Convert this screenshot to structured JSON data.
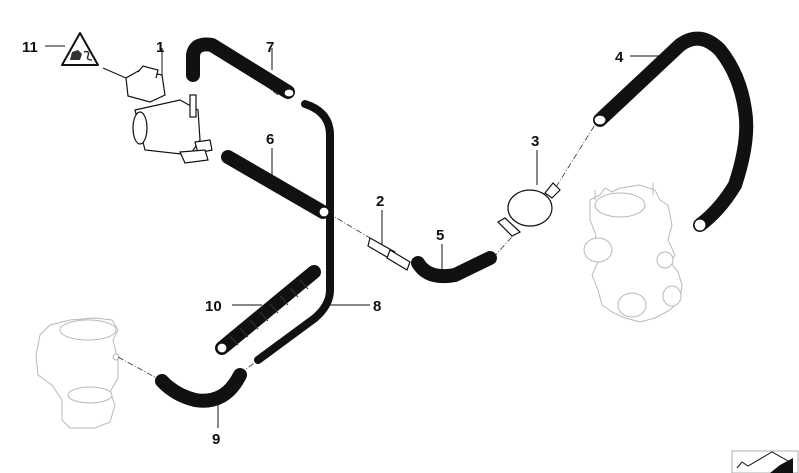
{
  "diagram": {
    "type": "exploded parts diagram",
    "callouts": [
      {
        "id": "1",
        "label": "1",
        "part": "solenoid-valve"
      },
      {
        "id": "2",
        "label": "2",
        "part": "connector"
      },
      {
        "id": "3",
        "label": "3",
        "part": "filter"
      },
      {
        "id": "4",
        "label": "4",
        "part": "hose-upper-right"
      },
      {
        "id": "5",
        "label": "5",
        "part": "hose-short-bent"
      },
      {
        "id": "6",
        "label": "6",
        "part": "hose-straight"
      },
      {
        "id": "7",
        "label": "7",
        "part": "hose-bent-top"
      },
      {
        "id": "8",
        "label": "8",
        "part": "pipe-long"
      },
      {
        "id": "9",
        "label": "9",
        "part": "hose-bent-bottom"
      },
      {
        "id": "10",
        "label": "10",
        "part": "corrugated-hose"
      },
      {
        "id": "11",
        "label": "11",
        "part": "warning-label"
      }
    ],
    "colors": {
      "line": "#111111",
      "ghost": "#b8b8b8",
      "background": "#ffffff"
    }
  }
}
